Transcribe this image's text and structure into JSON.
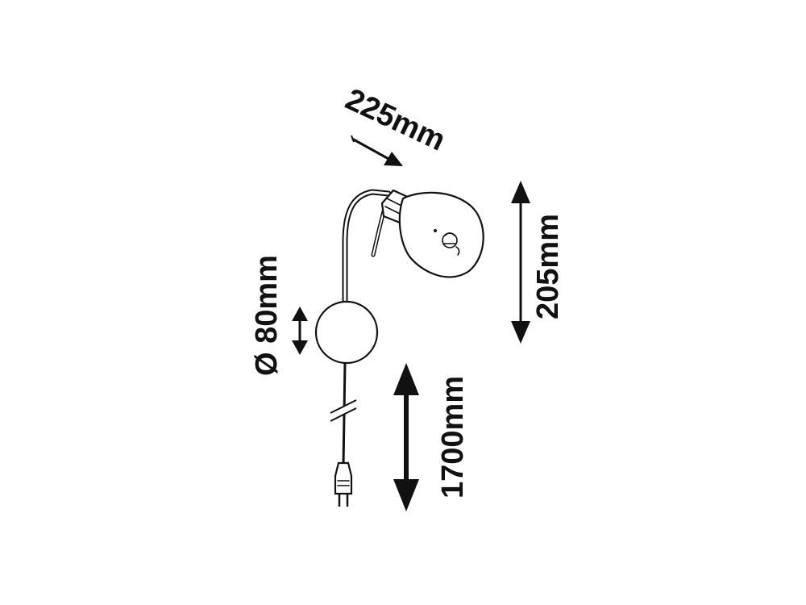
{
  "dimensions": {
    "arm_length": "225mm",
    "shade_height": "205mm",
    "base_diameter": "Ø 80mm",
    "cable_length": "1700mm"
  },
  "colors": {
    "line": "#111111",
    "background": "#ffffff"
  }
}
